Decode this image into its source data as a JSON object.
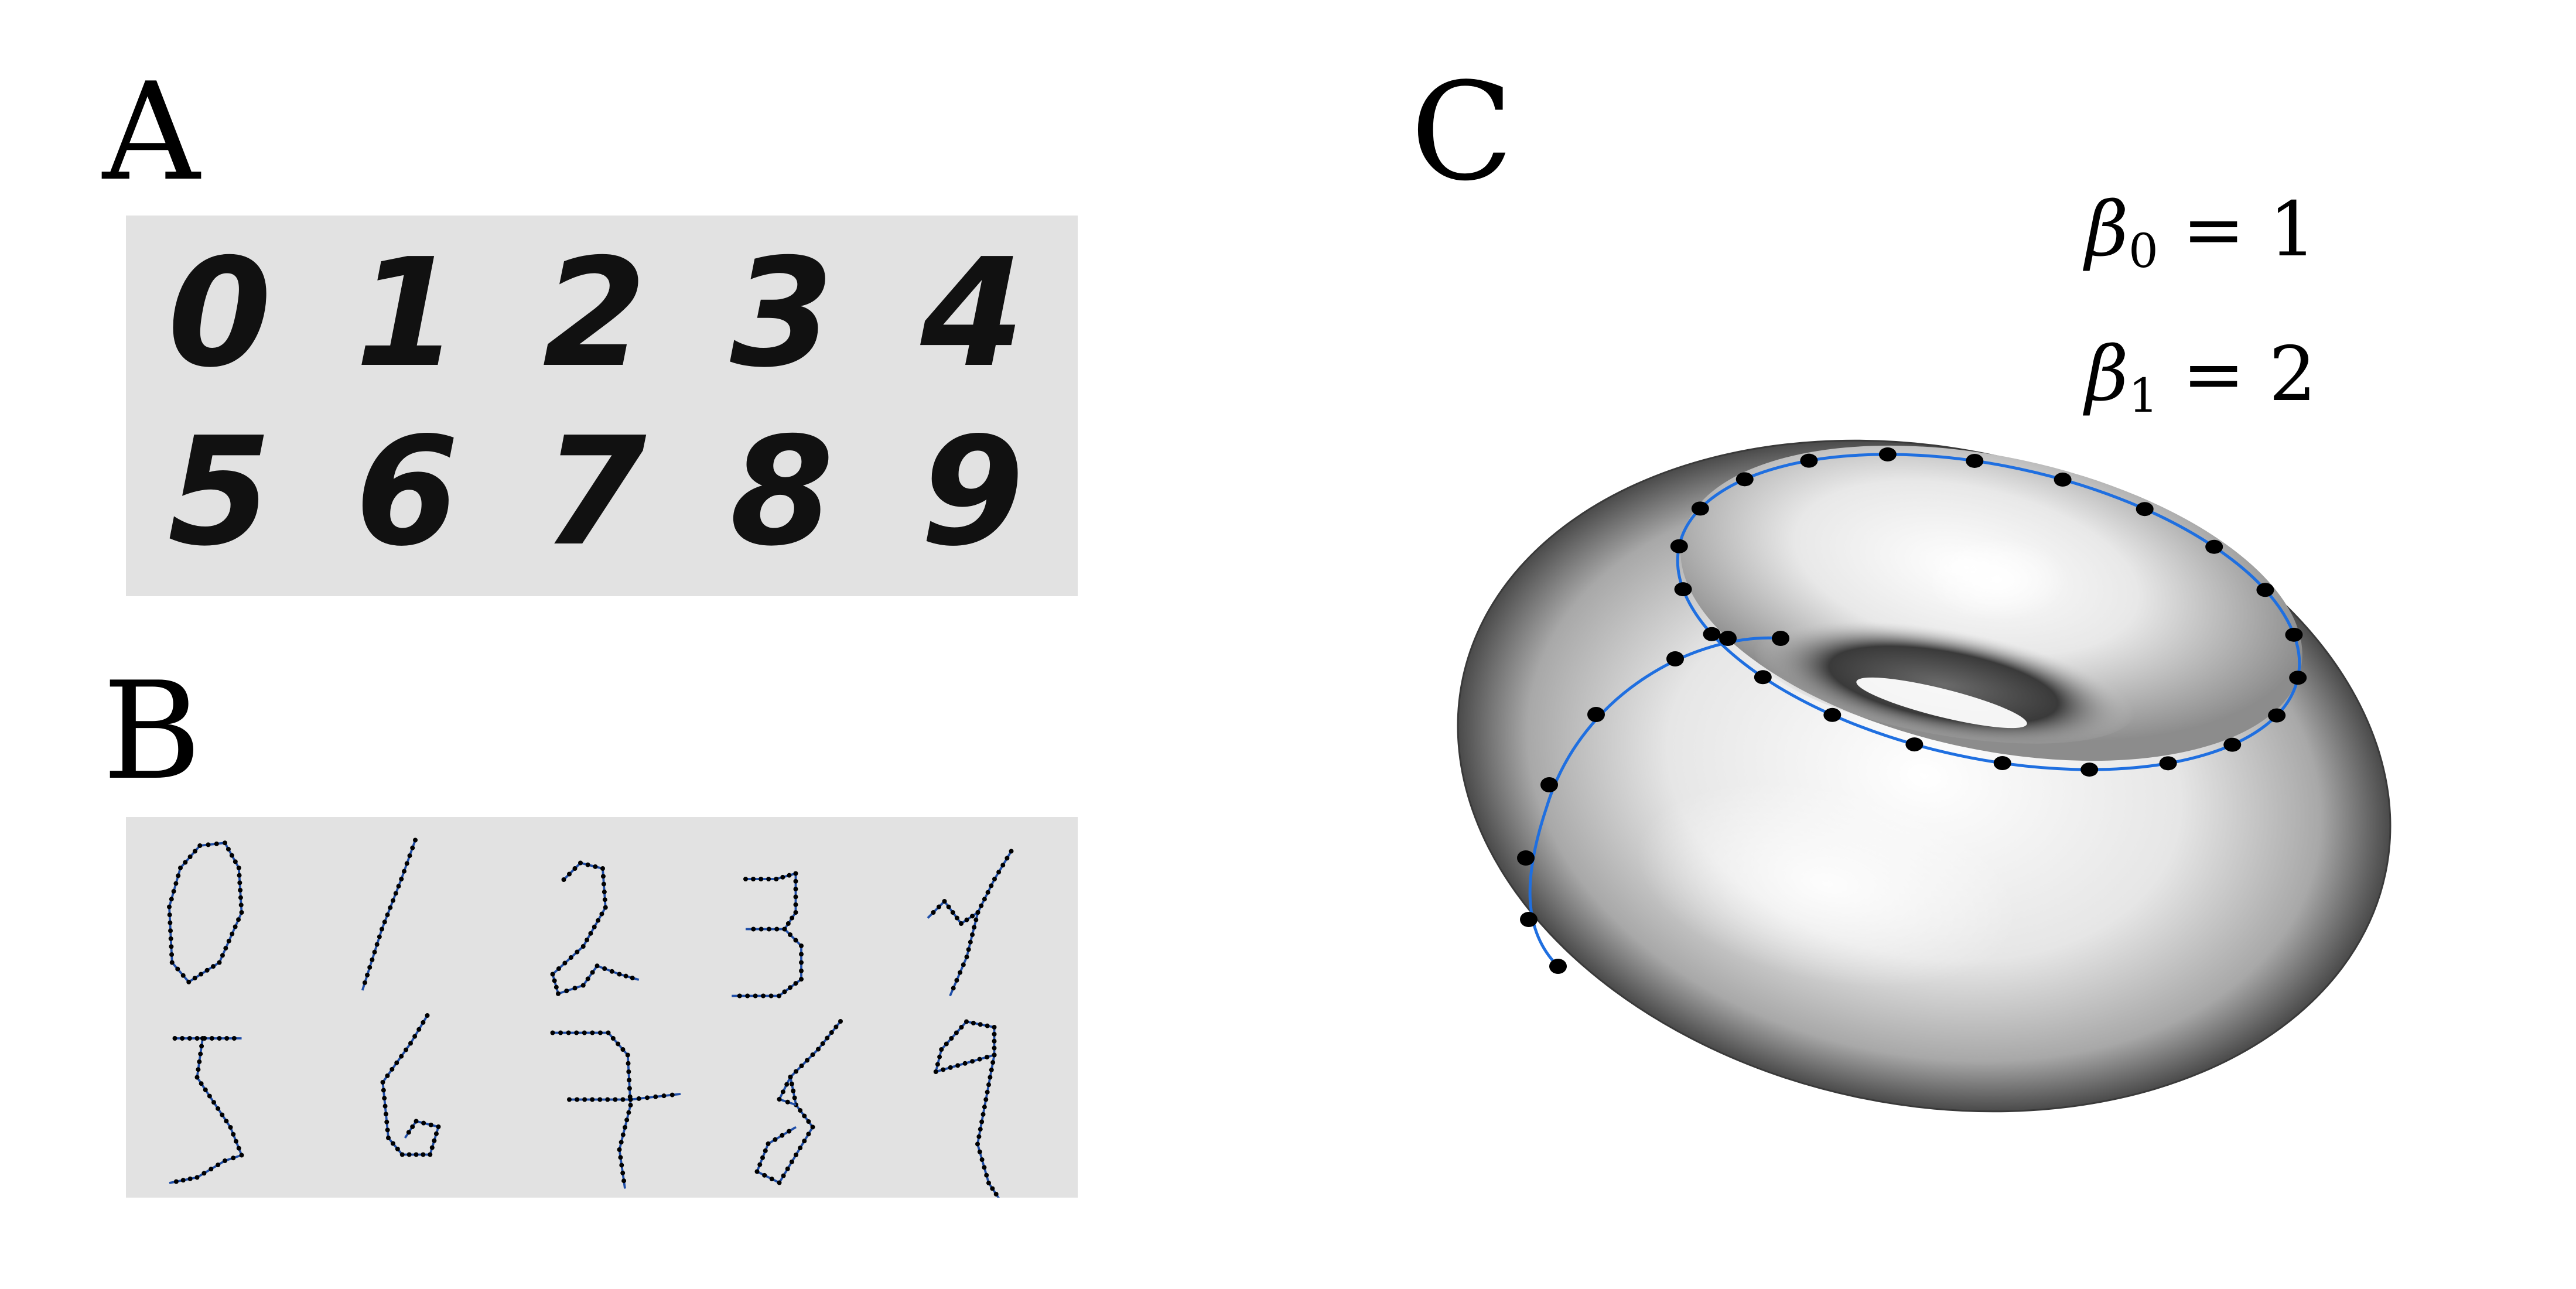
{
  "panels": {
    "a": {
      "label": "A",
      "digits": [
        "0",
        "1",
        "2",
        "3",
        "4",
        "5",
        "6",
        "7",
        "8",
        "9"
      ]
    },
    "b": {
      "label": "B"
    },
    "c": {
      "label": "C",
      "betti": [
        {
          "symbol": "β",
          "index": "0",
          "value": "= 1"
        },
        {
          "symbol": "β",
          "index": "1",
          "value": "= 2"
        }
      ]
    }
  },
  "colors": {
    "background_box": "#e2e2e2",
    "graph_edge": "#1f4ea8",
    "graph_node": "#000000",
    "cycle_line": "#1f6fe0",
    "torus_dark": "#1a1a1a",
    "torus_light": "#f4f4f4"
  }
}
